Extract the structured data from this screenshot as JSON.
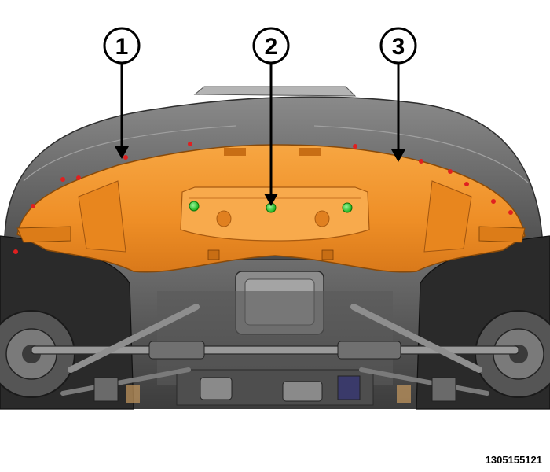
{
  "figure": {
    "id": "1305155121",
    "callouts": [
      {
        "number": "1"
      },
      {
        "number": "2"
      },
      {
        "number": "3"
      }
    ]
  },
  "colors": {
    "shield_orange": "#f0962c",
    "shield_orange_dark": "#c86e14",
    "fascia_gray": "#7c7c7c",
    "fastener_red": "#e02020",
    "fastener_green": "#22cc22",
    "callout_stroke": "#000000"
  }
}
